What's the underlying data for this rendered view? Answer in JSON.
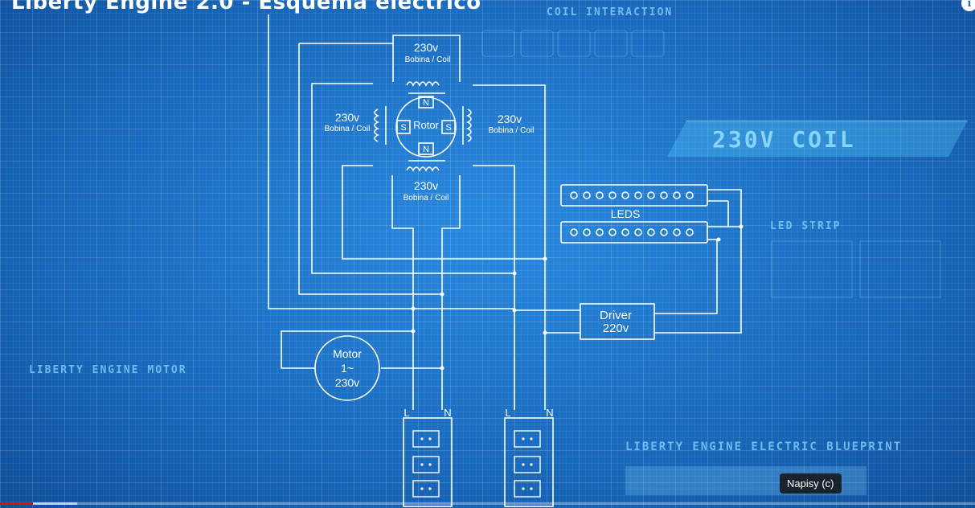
{
  "video": {
    "title": "Liberty Engine 2.0 - Esquema eléctrico",
    "captions_label": "Napisy (c)",
    "info_icon": "info-icon",
    "progress": {
      "played_fraction": 0.034,
      "buffered_fraction": 0.079
    }
  },
  "background_labels": {
    "coil_interaction": "COIL INTERACTION",
    "coil_230v": "230V COIL",
    "led_strip": "LED STRIP",
    "engine_motor": "LIBERTY ENGINE MOTOR",
    "electric_blueprint": "LIBERTY ENGINE ELECTRIC BLUEPRINT"
  },
  "diagram": {
    "coil_top": {
      "voltage": "230v",
      "label": "Bobina / Coil"
    },
    "coil_left": {
      "voltage": "230v",
      "label": "Bobina / Coil"
    },
    "coil_right": {
      "voltage": "230v",
      "label": "Bobina / Coil"
    },
    "coil_bottom": {
      "voltage": "230v",
      "label": "Bobina / Coil"
    },
    "rotor": {
      "label": "Rotor",
      "north": "N",
      "south": "S"
    },
    "leds_label": "LEDS",
    "driver": {
      "line1": "Driver",
      "line2": "220v"
    },
    "motor": {
      "line1": "Motor",
      "line2": "1~",
      "line3": "230v"
    },
    "outlet_left": {
      "live": "L",
      "neutral": "N"
    },
    "outlet_right": {
      "live": "L",
      "neutral": "N"
    }
  },
  "colors": {
    "background": "#1a6fc0",
    "lines": "#ffffff",
    "accent": "#8cd7ff",
    "progress": "#ff0000"
  }
}
